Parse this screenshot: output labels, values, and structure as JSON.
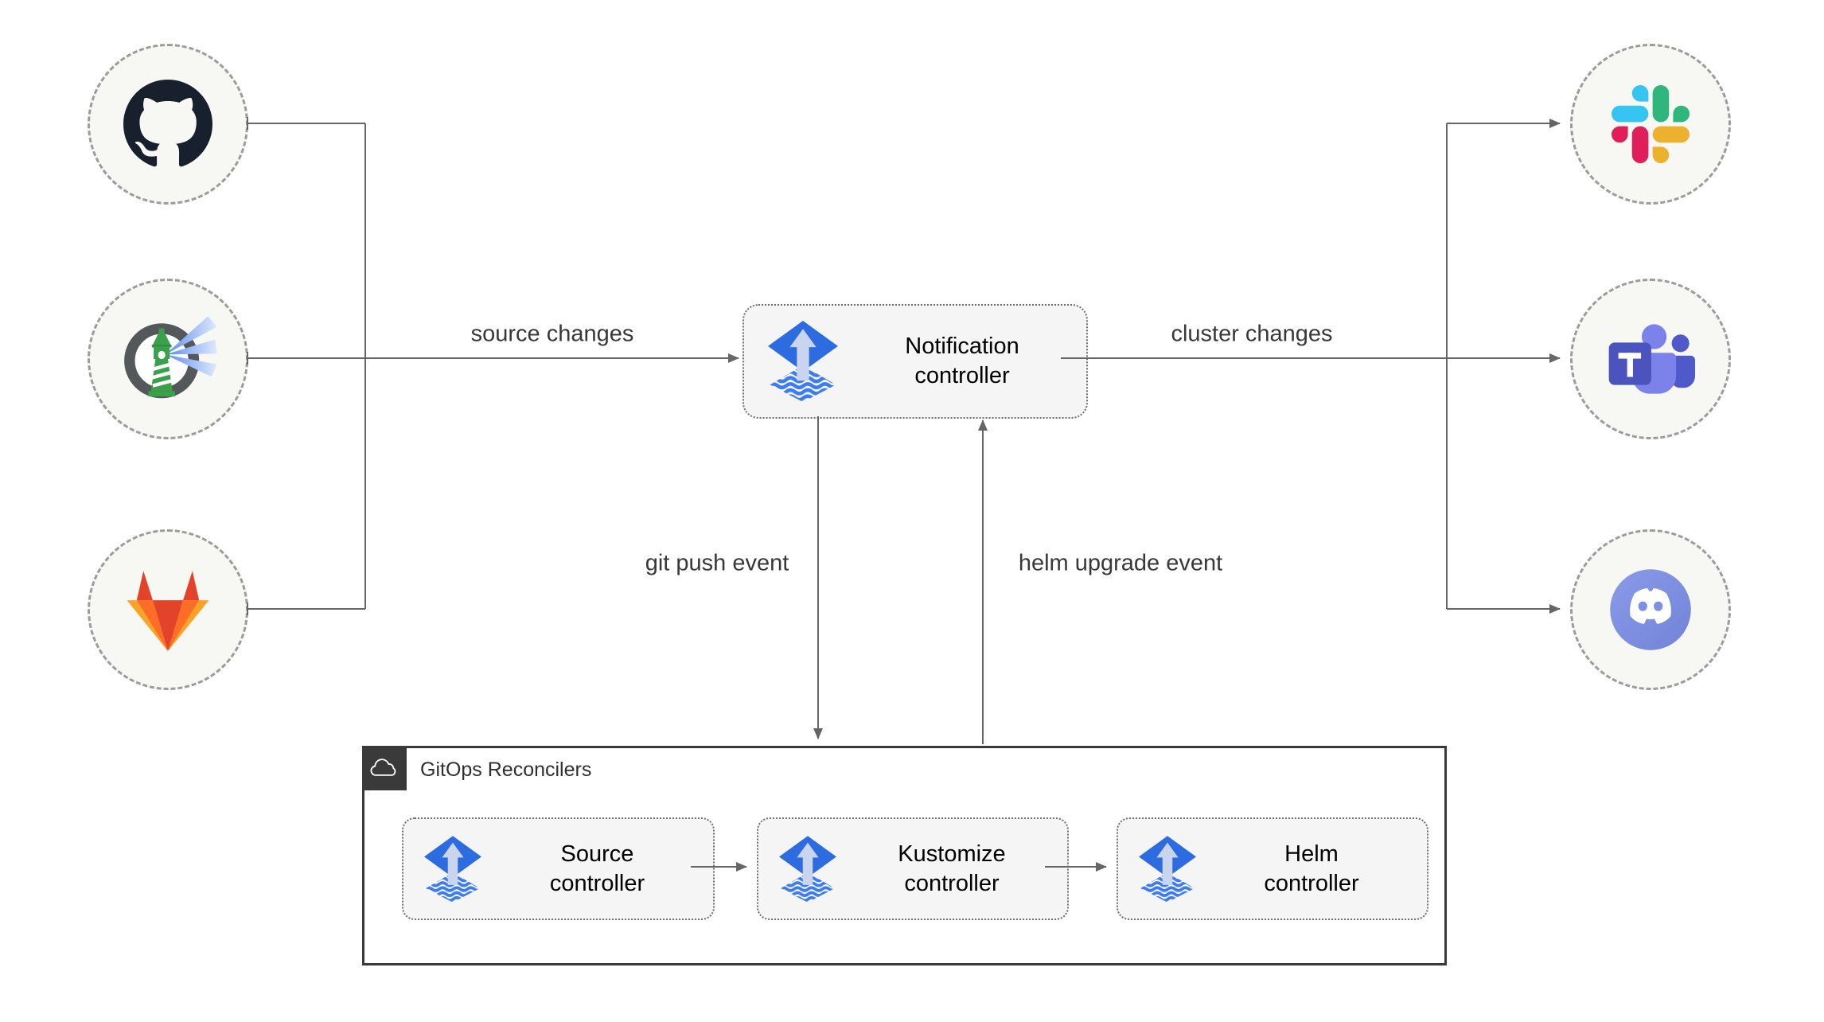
{
  "edge_labels": {
    "source_changes": "source changes",
    "cluster_changes": "cluster changes",
    "git_push_event": "git push event",
    "helm_upgrade_event": "helm upgrade event"
  },
  "sources": [
    {
      "icon": "github-icon"
    },
    {
      "icon": "harbor-icon"
    },
    {
      "icon": "gitlab-icon"
    }
  ],
  "targets": [
    {
      "icon": "slack-icon"
    },
    {
      "icon": "teams-icon"
    },
    {
      "icon": "discord-icon"
    }
  ],
  "notification": {
    "icon": "flux-icon",
    "lines": [
      "Notification",
      "controller"
    ]
  },
  "reconcilers": {
    "title": "GitOps Reconcilers",
    "tab_icon": "cloud-icon",
    "items": [
      {
        "icon": "flux-icon",
        "lines": [
          "Source",
          "controller"
        ]
      },
      {
        "icon": "flux-icon",
        "lines": [
          "Kustomize",
          "controller"
        ]
      },
      {
        "icon": "flux-icon",
        "lines": [
          "Helm",
          "controller"
        ]
      }
    ]
  },
  "colors": {
    "edge": "#666666",
    "box_fill": "#f5f5f5",
    "circle_fill": "#f7f7f4",
    "container_border": "#3a3a3a",
    "flux_blue": "#2d6ce0",
    "flux_stripe": "#3c7bf0",
    "github": "#18202e",
    "harbor_green": "#3aa04a",
    "gitlab_red": "#E24329",
    "gitlab_orange": "#FC6D26",
    "gitlab_yellow": "#FCA326",
    "slack_blue": "#36C5F0",
    "slack_green": "#2EB67D",
    "slack_yellow": "#ECB22E",
    "slack_pink": "#E01E5A",
    "teams_purple": "#4B53BC",
    "teams_light": "#7B83EB",
    "discord_blurple": "#7d8fe0"
  }
}
